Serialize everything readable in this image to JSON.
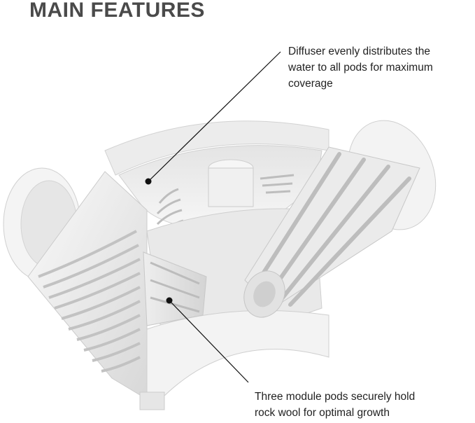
{
  "title": "MAIN FEATURES",
  "callouts": [
    {
      "id": "diffuser",
      "lines": [
        "Diffuser evenly distributes the",
        "water to all pods for maximum",
        "coverage"
      ]
    },
    {
      "id": "pods",
      "lines": [
        "Three module pods securely hold",
        "rock wool for optimal growth"
      ]
    }
  ],
  "colors": {
    "title": "#4a4a4a",
    "text": "#222222",
    "plastic_light": "#f2f2f2",
    "plastic_shadow": "#cfcfcf",
    "leader": "#111111"
  }
}
